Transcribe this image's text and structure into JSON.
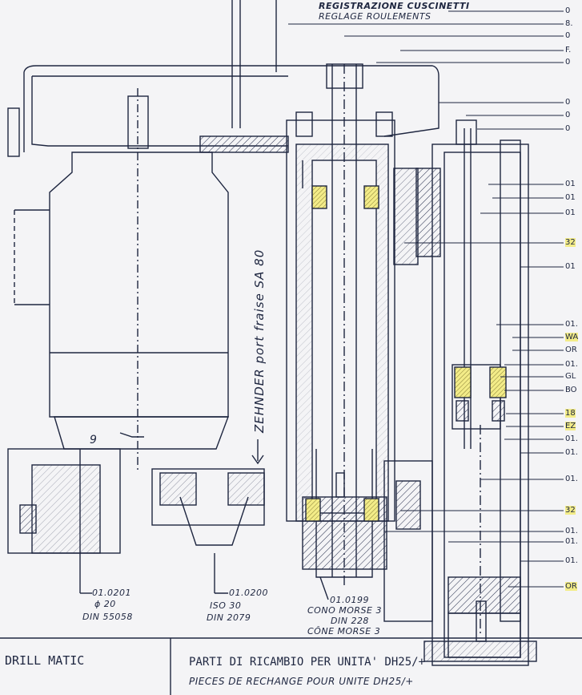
{
  "header_notes": {
    "line1": "REGISTRAZIONE CUSCINETTI",
    "line2": "REGLAGE ROULEMENTS"
  },
  "vertical_note": "ZEHNDER port fraise SA 80",
  "dimension_note": "9",
  "callouts": {
    "c1": {
      "ref": "01.0201",
      "dim": "ϕ 20",
      "std": "DIN 55058"
    },
    "c2": {
      "ref": "01.0200",
      "dim": "ISO 30",
      "std": "DIN 2079"
    },
    "c3": {
      "ref": "01.0199",
      "line1": "CONO MORSE 3",
      "line2": "DIN 228",
      "line3": "CÔNE MORSE 3"
    }
  },
  "right_labels": [
    {
      "text": "0",
      "highlight": false
    },
    {
      "text": "8.",
      "highlight": false
    },
    {
      "text": "0",
      "highlight": false
    },
    {
      "text": "F.",
      "highlight": false
    },
    {
      "text": "0",
      "highlight": false
    },
    {
      "text": "0",
      "highlight": false
    },
    {
      "text": "0",
      "highlight": false
    },
    {
      "text": "0",
      "highlight": false
    },
    {
      "text": "01",
      "highlight": false
    },
    {
      "text": "01",
      "highlight": false
    },
    {
      "text": "01",
      "highlight": false
    },
    {
      "text": "32",
      "highlight": true
    },
    {
      "text": "01",
      "highlight": false
    },
    {
      "text": "01.",
      "highlight": false
    },
    {
      "text": "WA",
      "highlight": true
    },
    {
      "text": "OR",
      "highlight": false
    },
    {
      "text": "01.",
      "highlight": false
    },
    {
      "text": "GL",
      "highlight": false
    },
    {
      "text": "BO",
      "highlight": false
    },
    {
      "text": "18",
      "highlight": true
    },
    {
      "text": "EZ",
      "highlight": true
    },
    {
      "text": "01.",
      "highlight": false
    },
    {
      "text": "01.",
      "highlight": false
    },
    {
      "text": "01.",
      "highlight": false
    },
    {
      "text": "32",
      "highlight": true
    },
    {
      "text": "01.",
      "highlight": false
    },
    {
      "text": "01.",
      "highlight": false
    },
    {
      "text": "01.",
      "highlight": false
    },
    {
      "text": "OR",
      "highlight": true
    }
  ],
  "title_block": {
    "left": "DRILL MATIC",
    "line1": "PARTI DI RICAMBIO PER UNITA' DH25/+",
    "line2": "PIECES DE RECHANGE POUR UNITE DH25/+"
  },
  "colors": {
    "ink": "#1e2640",
    "paper": "#f4f4f6",
    "highlight": "#f3ec88",
    "hatch": "#2b3350"
  }
}
